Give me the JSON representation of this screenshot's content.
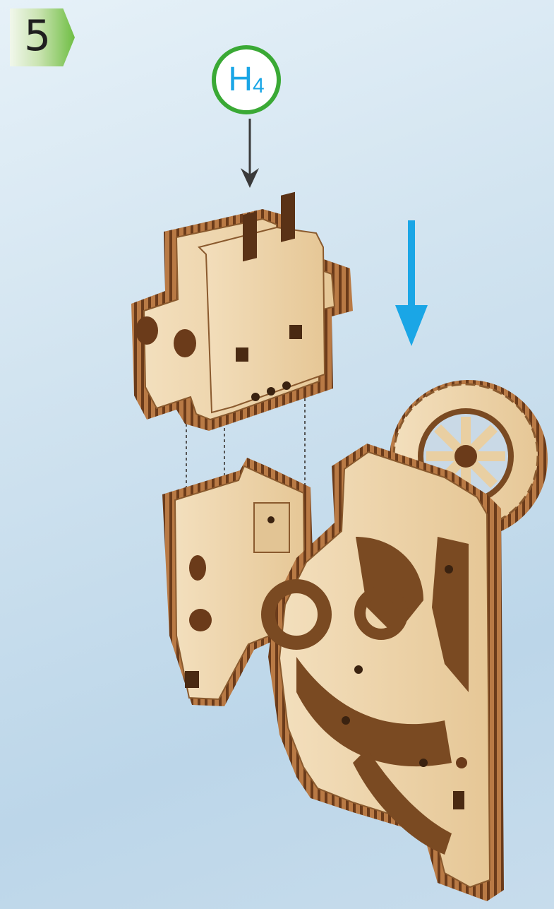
{
  "step": {
    "number": "5"
  },
  "part_label": {
    "letter": "H",
    "index": "4"
  },
  "colors": {
    "badge_green": "#6fbe44",
    "label_ring": "#3aa935",
    "label_text": "#1aa6e6",
    "motion_arrow": "#1aa6e6",
    "plywood_face": "#f1d9b3",
    "plywood_edge_dark": "#6b3b1a",
    "plywood_edge_light": "#b97a45"
  }
}
